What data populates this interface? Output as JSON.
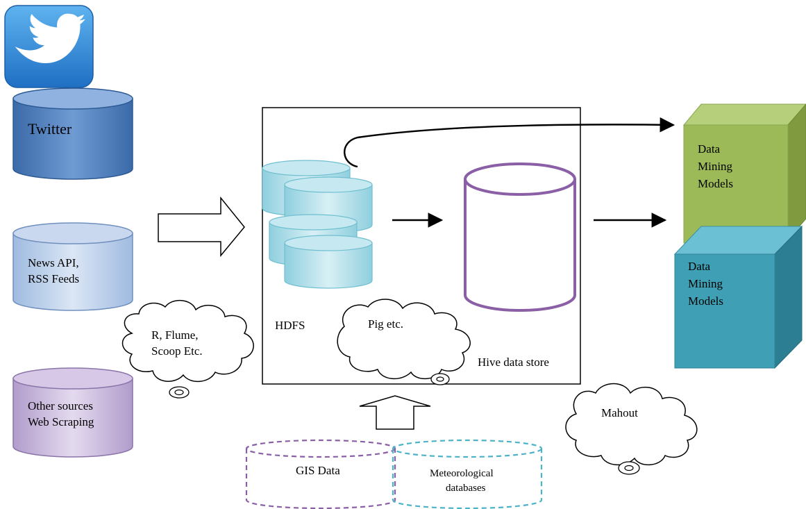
{
  "sources": {
    "twitter": {
      "label": "Twitter",
      "icon": "twitter-bird-icon"
    },
    "news": {
      "line1": "News API,",
      "line2": "RSS Feeds"
    },
    "other": {
      "line1": "Other sources",
      "line2": "Web Scraping"
    }
  },
  "ingest_cloud": {
    "line1": "R, Flume,",
    "line2": "Scoop Etc."
  },
  "hadoop": {
    "hdfs_label": "HDFS",
    "pig_label": "Pig etc.",
    "hive_label": "Hive data store"
  },
  "external": {
    "gis_label": "GIS Data",
    "met_line1": "Meteorological",
    "met_line2": "databases"
  },
  "mahout_label": "Mahout",
  "models": {
    "green": {
      "line1": "Data",
      "line2": "Mining",
      "line3": "Models"
    },
    "blue": {
      "line1": "Data",
      "line2": "Mining",
      "line3": "Models"
    }
  },
  "colors": {
    "twitter_icon_bg": "#3a8fdc",
    "twitter_db": "#4f7fbf",
    "news_db": "#b8cde9",
    "other_db": "#c4b2d6",
    "hdfs_db": "#a9dbe6",
    "hive_outline": "#8a5fa6",
    "gis_outline": "#8a5fa6",
    "met_outline": "#4ab3c8",
    "green_cube": "#9cba57",
    "blue_cube": "#3fa0b5"
  }
}
